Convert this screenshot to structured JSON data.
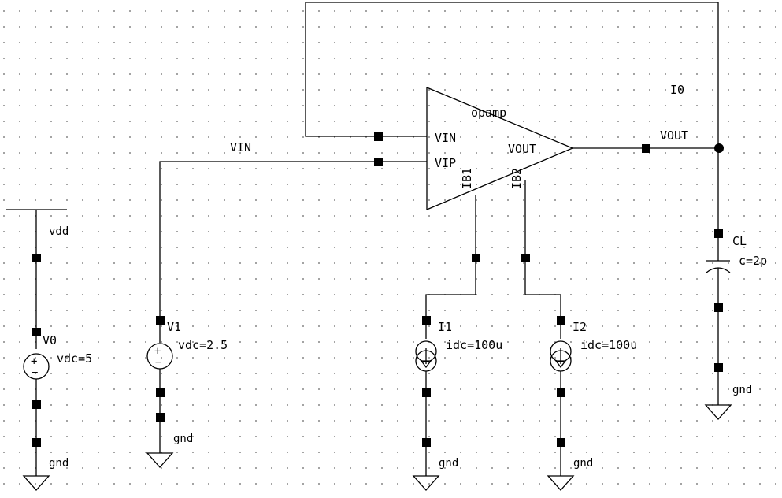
{
  "schematic": {
    "opamp": {
      "instance": "I0",
      "name": "opamp",
      "pin_vin": "VIN",
      "pin_vip": "VIP",
      "pin_vout": "VOUT",
      "pin_ib1": "IB1",
      "pin_ib2": "IB2"
    },
    "nets": {
      "vin": "VIN",
      "vout": "VOUT",
      "vdd": "vdd",
      "gnd": "gnd"
    },
    "v0": {
      "name": "V0",
      "param": "vdc=5",
      "gnd": "gnd"
    },
    "v1": {
      "name": "V1",
      "param": "vdc=2.5",
      "gnd": "gnd"
    },
    "i1": {
      "name": "I1",
      "param": "idc=100u",
      "gnd": "gnd"
    },
    "i2": {
      "name": "I2",
      "param": "idc=100u",
      "gnd": "gnd"
    },
    "cl": {
      "name": "CL",
      "param": "c=2p",
      "gnd": "gnd"
    }
  }
}
